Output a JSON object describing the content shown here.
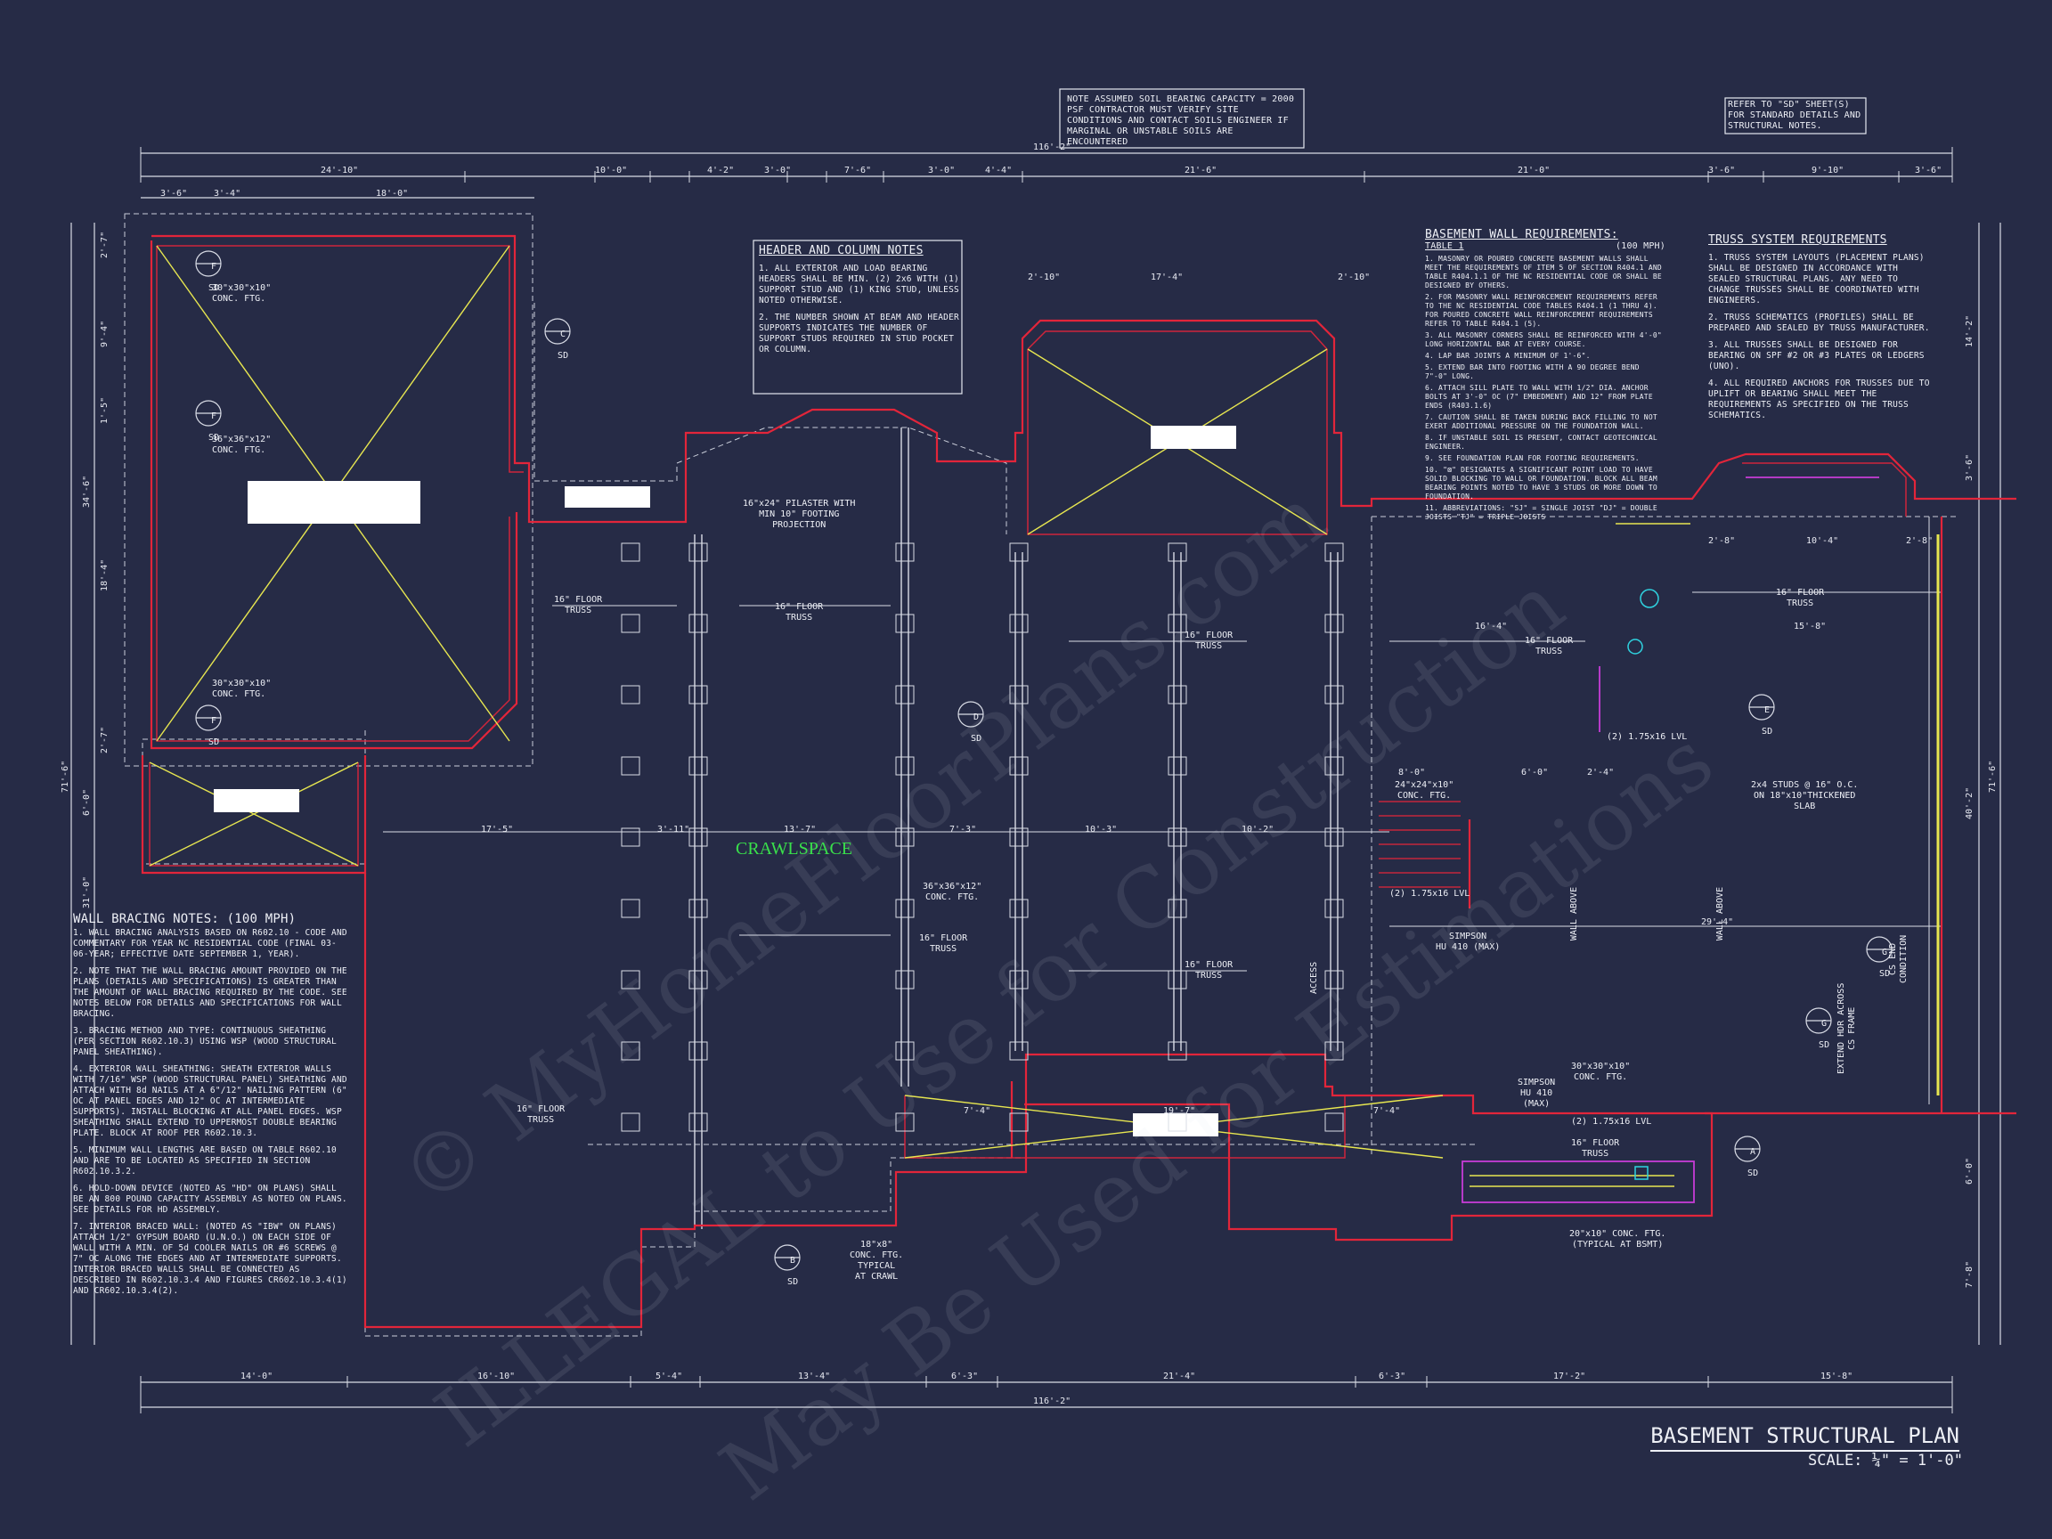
{
  "title": "BASEMENT STRUCTURAL PLAN",
  "scale": "SCALE: ¼\" = 1'-0\"",
  "watermark": [
    "© MyHomeFloorPlans.com",
    "ILLEGAL to Use for Construction",
    "May Be Used for Estimations"
  ],
  "room_label": "CRAWLSPACE",
  "colors": {
    "background": "#262b46",
    "linework": "#d9dce6",
    "red_walls": "#e2253a",
    "yellow": "#e7e650",
    "green": "#39e04b"
  },
  "soil_note": "NOTE ASSUMED SOIL BEARING CAPACITY = 2000 PSF CONTRACTOR MUST VERIFY SITE CONDITIONS AND CONTACT SOILS ENGINEER IF MARGINAL OR UNSTABLE SOILS ARE ENCOUNTERED",
  "refer_note": "REFER TO \"SD\" SHEET(S) FOR STANDARD DETAILS AND STRUCTURAL NOTES.",
  "header_notes": {
    "heading": "HEADER AND COLUMN NOTES",
    "items": [
      "1. ALL EXTERIOR AND LOAD BEARING HEADERS SHALL BE MIN. (2) 2x6 WITH (1) SUPPORT STUD AND (1) KING STUD, UNLESS NOTED OTHERWISE.",
      "2. THE NUMBER SHOWN AT BEAM AND HEADER SUPPORTS INDICATES THE NUMBER OF SUPPORT STUDS REQUIRED IN STUD POCKET OR COLUMN."
    ]
  },
  "basement_wall": {
    "heading": "BASEMENT WALL REQUIREMENTS:",
    "sub": "TABLE 1",
    "mph": "(100 MPH)",
    "items": [
      "1. MASONRY OR POURED CONCRETE BASEMENT WALLS SHALL MEET THE REQUIREMENTS OF ITEM 5 OF SECTION R404.1 AND TABLE R404.1.1 OF THE NC RESIDENTIAL CODE OR SHALL BE DESIGNED BY OTHERS.",
      "2. FOR MASONRY WALL REINFORCEMENT REQUIREMENTS REFER TO THE NC RESIDENTIAL CODE TABLES R404.1 (1 THRU 4). FOR POURED CONCRETE WALL REINFORCEMENT REQUIREMENTS REFER TO TABLE R404.1 (5).",
      "3. ALL MASONRY CORNERS SHALL BE REINFORCED WITH 4'-0\" LONG HORIZONTAL BAR AT EVERY COURSE.",
      "4. LAP BAR JOINTS A MINIMUM OF 1'-6\".",
      "5. EXTEND BAR INTO FOOTING WITH A 90 DEGREE BEND 7\"-0\" LONG.",
      "6. ATTACH SILL PLATE TO WALL WITH 1/2\" DIA. ANCHOR BOLTS AT 3'-0\" OC (7\" EMBEDMENT) AND 12\" FROM PLATE ENDS (R403.1.6)",
      "7. CAUTION SHALL BE TAKEN DURING BACK FILLING TO NOT EXERT ADDITIONAL PRESSURE ON THE FOUNDATION WALL.",
      "8. IF UNSTABLE SOIL IS PRESENT, CONTACT GEOTECHNICAL ENGINEER.",
      "9. SEE FOUNDATION PLAN FOR FOOTING REQUIREMENTS.",
      "10. \"⊠\" DESIGNATES A SIGNIFICANT POINT LOAD TO HAVE SOLID BLOCKING TO WALL OR FOUNDATION. BLOCK ALL BEAM BEARING POINTS NOTED TO HAVE 3 STUDS OR MORE DOWN TO FOUNDATION.",
      "11. ABBREVIATIONS: \"SJ\" = SINGLE JOIST \"DJ\" = DOUBLE JOISTS \"TJ\" = TRIPLE JOISTS"
    ]
  },
  "truss": {
    "heading": "TRUSS SYSTEM REQUIREMENTS",
    "items": [
      "1. TRUSS SYSTEM LAYOUTS (PLACEMENT PLANS) SHALL BE DESIGNED IN ACCORDANCE WITH SEALED STRUCTURAL PLANS. ANY NEED TO CHANGE TRUSSES SHALL BE COORDINATED WITH ENGINEERS.",
      "2. TRUSS SCHEMATICS (PROFILES) SHALL BE PREPARED AND SEALED BY TRUSS MANUFACTURER.",
      "3. ALL TRUSSES SHALL BE DESIGNED FOR BEARING ON SPF #2 OR #3 PLATES OR LEDGERS (UNO).",
      "4. ALL REQUIRED ANCHORS FOR TRUSSES DUE TO UPLIFT OR BEARING SHALL MEET THE REQUIREMENTS AS SPECIFIED ON THE TRUSS SCHEMATICS."
    ]
  },
  "wall_bracing": {
    "heading": "WALL BRACING NOTES: (100 MPH)",
    "items": [
      "1. WALL BRACING ANALYSIS BASED ON R602.10 - CODE AND COMMENTARY FOR YEAR NC RESIDENTIAL CODE (FINAL 03-06-YEAR; EFFECTIVE DATE SEPTEMBER 1, YEAR).",
      "2. NOTE THAT THE WALL BRACING AMOUNT PROVIDED ON THE PLANS (DETAILS AND SPECIFICATIONS) IS GREATER THAN THE AMOUNT OF WALL BRACING REQUIRED BY THE CODE. SEE NOTES BELOW FOR DETAILS AND SPECIFICATIONS FOR WALL BRACING.",
      "3. BRACING METHOD AND TYPE: CONTINUOUS SHEATHING (PER SECTION R602.10.3) USING WSP (WOOD STRUCTURAL PANEL SHEATHING).",
      "4. EXTERIOR WALL SHEATHING: SHEATH EXTERIOR WALLS WITH 7/16\" WSP (WOOD STRUCTURAL PANEL) SHEATHING AND ATTACH WITH 8d NAILS AT A 6\"/12\" NAILING PATTERN (6\" OC AT PANEL EDGES AND 12\" OC AT INTERMEDIATE SUPPORTS). INSTALL BLOCKING AT ALL PANEL EDGES. WSP SHEATHING SHALL EXTEND TO UPPERMOST DOUBLE BEARING PLATE. BLOCK AT ROOF PER R602.10.3.",
      "5. MINIMUM WALL LENGTHS ARE BASED ON TABLE R602.10 AND ARE TO BE LOCATED AS SPECIFIED IN SECTION R602.10.3.2.",
      "6. HOLD-DOWN DEVICE (NOTED AS \"HD\" ON PLANS) SHALL BE AN 800 POUND CAPACITY ASSEMBLY AS NOTED ON PLANS. SEE DETAILS FOR HD ASSEMBLY.",
      "7. INTERIOR BRACED WALL: (NOTED AS \"IBW\" ON PLANS) ATTACH 1/2\" GYPSUM BOARD (U.N.O.) ON EACH SIDE OF WALL WITH A MIN. OF 5d COOLER NAILS OR #6 SCREWS @ 7\" OC ALONG THE EDGES AND AT INTERMEDIATE SUPPORTS. INTERIOR BRACED WALLS SHALL BE CONNECTED AS DESCRIBED IN R602.10.3.4 AND FIGURES CR602.10.3.4(1) AND CR602.10.3.4(2)."
    ]
  },
  "labels": {
    "floor_truss": "16\" FLOOR\nTRUSS",
    "ftg_30": "30\"x30\"x10\"\nCONC. FTG.",
    "ftg_36a": "36\"x36\"x12\"\nCONC. FTG.",
    "ftg_36b": "36\"x36\"x12\"\nCONC. FTG.",
    "ftg_30c": "30\"x30\"x10\"\nCONC. FTG.",
    "ftg_24": "24\"x24\"x10\"\nCONC. FTG.",
    "ftg_18": "18\"x8\"\nCONC. FTG.\nTYPICAL\nAT CRAWL",
    "ftg_20": "20\"x10\" CONC. FTG.\n(TYPICAL AT BSMT)",
    "pilaster": "16\"x24\" PILASTER WITH\nMIN 10\" FOOTING\nPROJECTION",
    "studs": "2x4 STUDS @ 16\" O.C.\nON 18\"x10\"THICKENED\nSLAB",
    "simpson1": "SIMPSON\nHU 410 (MAX)",
    "simpson2": "SIMPSON\nHU 410\n(MAX)",
    "lvl1": "(2) 1.75x16 LVL",
    "lvl2": "(2) 1.75x16 LVL",
    "lvl3": "(2) 1.75x16 LVL",
    "wall_above": "WALL ABOVE",
    "extend_hdr": "EXTEND HDR ACROSS\nCS FRAME",
    "cs_end": "CS END\nCONDITION",
    "access": "ACCESS"
  },
  "dimensions": {
    "overall": "116'-2\"",
    "top": [
      "24'-10\"",
      "10'-0\"",
      "4'-2\"",
      "3'-0\"",
      "7'-6\"",
      "3'-0\"",
      "4'-4\"",
      "21'-6\"",
      "21'-0\"",
      "3'-6\"",
      "9'-10\"",
      "3'-6\""
    ],
    "top2": [
      "3'-6\"",
      "3'-4\"",
      "18'-0\""
    ],
    "bottom": [
      "14'-0\"",
      "16'-10\"",
      "5'-4\"",
      "13'-4\"",
      "6'-3\"",
      "21'-4\"",
      "6'-3\"",
      "17'-2\"",
      "15'-8\""
    ],
    "left": [
      "2'-7\"",
      "9'-4\"",
      "1'-5\"",
      "34'-6\"",
      "18'-4\"",
      "2'-7\"",
      "6'-0\"",
      "31'-0\"",
      "71'-6\""
    ],
    "right": [
      "14'-2\"",
      "3'-6\"",
      "71'-6\"",
      "40'-2\"",
      "6'-0\"",
      "7'-8\""
    ],
    "mid": [
      "17'-5\"",
      "3'-11\"",
      "13'-7\"",
      "7'-3\"",
      "10'-3\"",
      "10'-2\"",
      "17'-4\"",
      "2'-10\"",
      "2'-10\"",
      "16'-4\"",
      "15'-8\"",
      "10'-4\"",
      "2'-8\"",
      "2'-8\"",
      "8'-0\"",
      "6'-0\"",
      "2'-4\"",
      "29'-4\"",
      "19'-7\"",
      "7'-4\"",
      "7'-4\""
    ]
  },
  "markers": [
    {
      "top": "F",
      "bottom": "SD"
    },
    {
      "top": "F",
      "bottom": "SD"
    },
    {
      "top": "F",
      "bottom": "SD"
    },
    {
      "top": "C",
      "bottom": "SD"
    },
    {
      "top": "D",
      "bottom": "SD"
    },
    {
      "top": "E",
      "bottom": "SD"
    },
    {
      "top": "B",
      "bottom": "SD"
    },
    {
      "top": "A",
      "bottom": "SD"
    },
    {
      "top": "G",
      "bottom": "SD"
    },
    {
      "top": "G",
      "bottom": "SD"
    }
  ]
}
